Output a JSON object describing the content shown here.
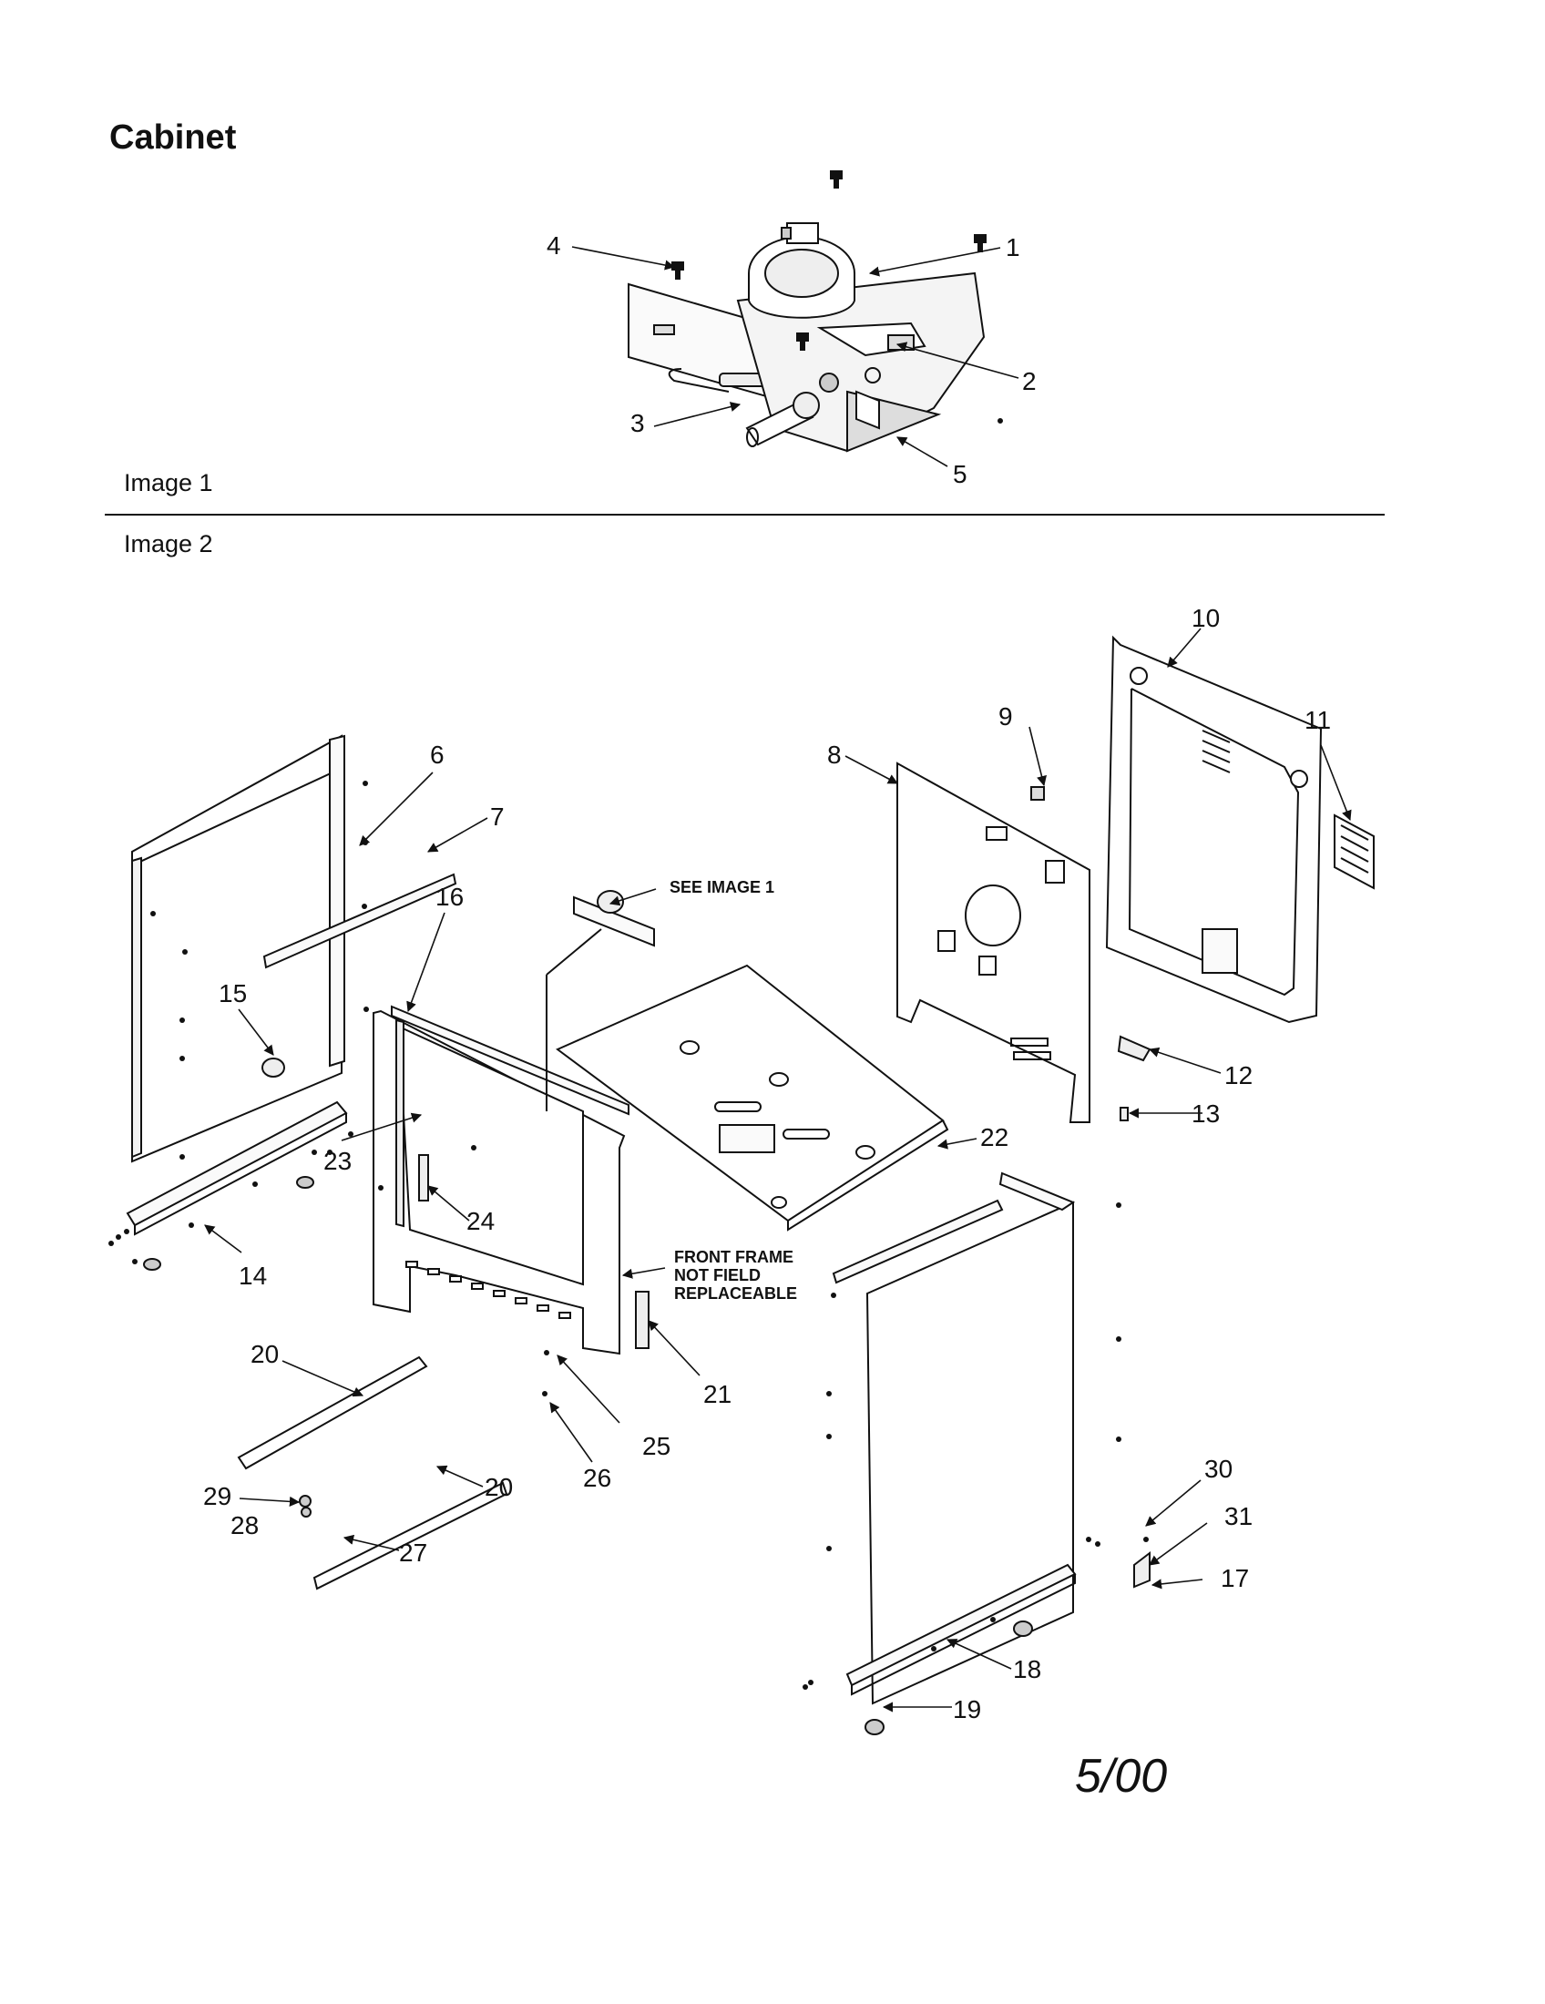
{
  "page": {
    "title": "Cabinet",
    "image1_label": "Image 1",
    "image2_label": "Image 2",
    "date": "5/00"
  },
  "notes": {
    "see_image": "SEE IMAGE 1",
    "front_frame_line1": "FRONT FRAME",
    "front_frame_line2": "NOT FIELD",
    "front_frame_line3": "REPLACEABLE"
  },
  "callouts": {
    "c1": "1",
    "c2": "2",
    "c3": "3",
    "c4": "4",
    "c5": "5",
    "c6": "6",
    "c7": "7",
    "c8": "8",
    "c9": "9",
    "c10": "10",
    "c11": "11",
    "c12": "12",
    "c13": "13",
    "c14": "14",
    "c15": "15",
    "c16": "16",
    "c17": "17",
    "c18": "18",
    "c19": "19",
    "c20a": "20",
    "c20b": "20",
    "c21": "21",
    "c22": "22",
    "c23": "23",
    "c24": "24",
    "c25": "25",
    "c26": "26",
    "c27": "27",
    "c28": "28",
    "c29": "29",
    "c30": "30",
    "c31": "31"
  }
}
